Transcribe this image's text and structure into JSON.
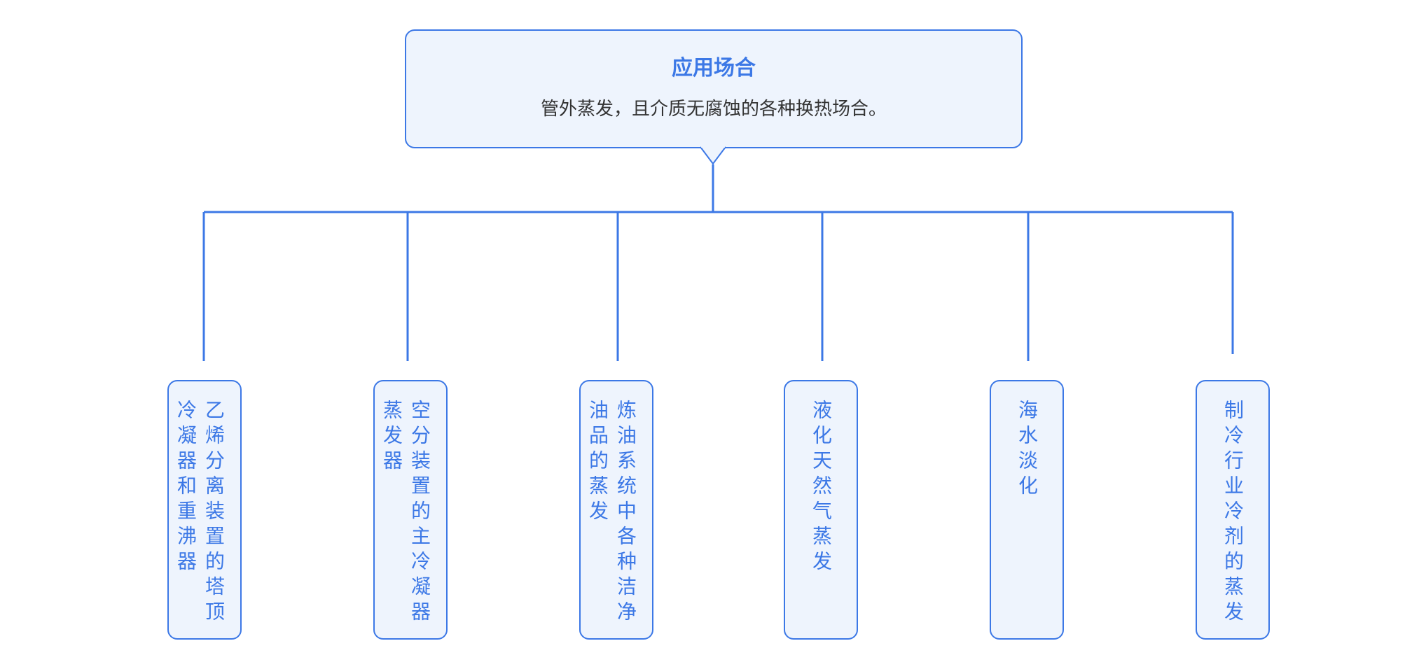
{
  "root": {
    "title": "应用场合",
    "description": "管外蒸发，且介质无腐蚀的各种换热场合。"
  },
  "leaves": [
    {
      "label": "乙烯分离装置的塔顶冷凝器和重沸器"
    },
    {
      "label": "空分装置的主冷凝器蒸发器"
    },
    {
      "label": "炼油系统中各种洁净油品的蒸发"
    },
    {
      "label": "液化天然气蒸发"
    },
    {
      "label": "海水淡化"
    },
    {
      "label": "制冷行业冷剂的蒸发"
    }
  ],
  "colors": {
    "accent": "#3c78e6",
    "box_fill": "#eef4fd",
    "body_text": "#333333"
  }
}
